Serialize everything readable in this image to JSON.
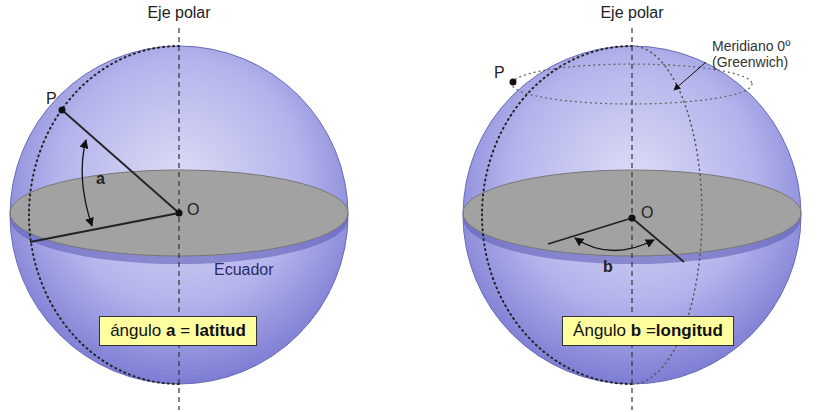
{
  "diagram": {
    "nodes": [
      {
        "text": [
          "ángulo a = latitud"
        ]
      },
      {
        "text": [
          "Ángulo b =longitud"
        ]
      }
    ],
    "labels": [
      "Eje polar",
      "P",
      "a",
      "O",
      "Ecuador",
      "Eje polar",
      "P",
      "Meridiano 0º (Greenwich)",
      "O",
      "b"
    ]
  }
}
